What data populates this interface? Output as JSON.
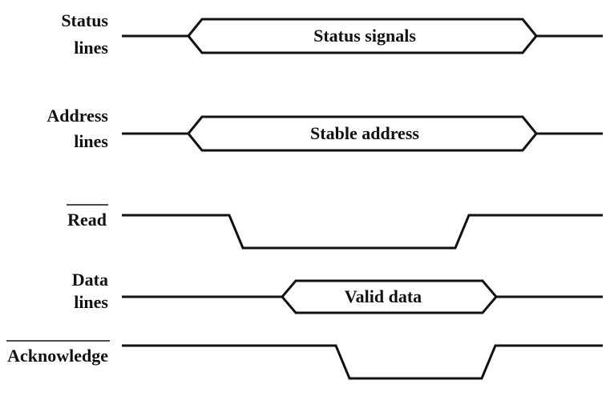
{
  "signals": {
    "status": {
      "label_line1": "Status",
      "label_line2": "lines",
      "bus_text": "Status signals"
    },
    "address": {
      "label_line1": "Address",
      "label_line2": "lines",
      "bus_text": "Stable address"
    },
    "read": {
      "label": "Read",
      "active_low": true
    },
    "data": {
      "label_line1": "Data",
      "label_line2": "lines",
      "bus_text": "Valid data"
    },
    "acknowledge": {
      "label": "Acknowledge",
      "active_low": true
    }
  }
}
